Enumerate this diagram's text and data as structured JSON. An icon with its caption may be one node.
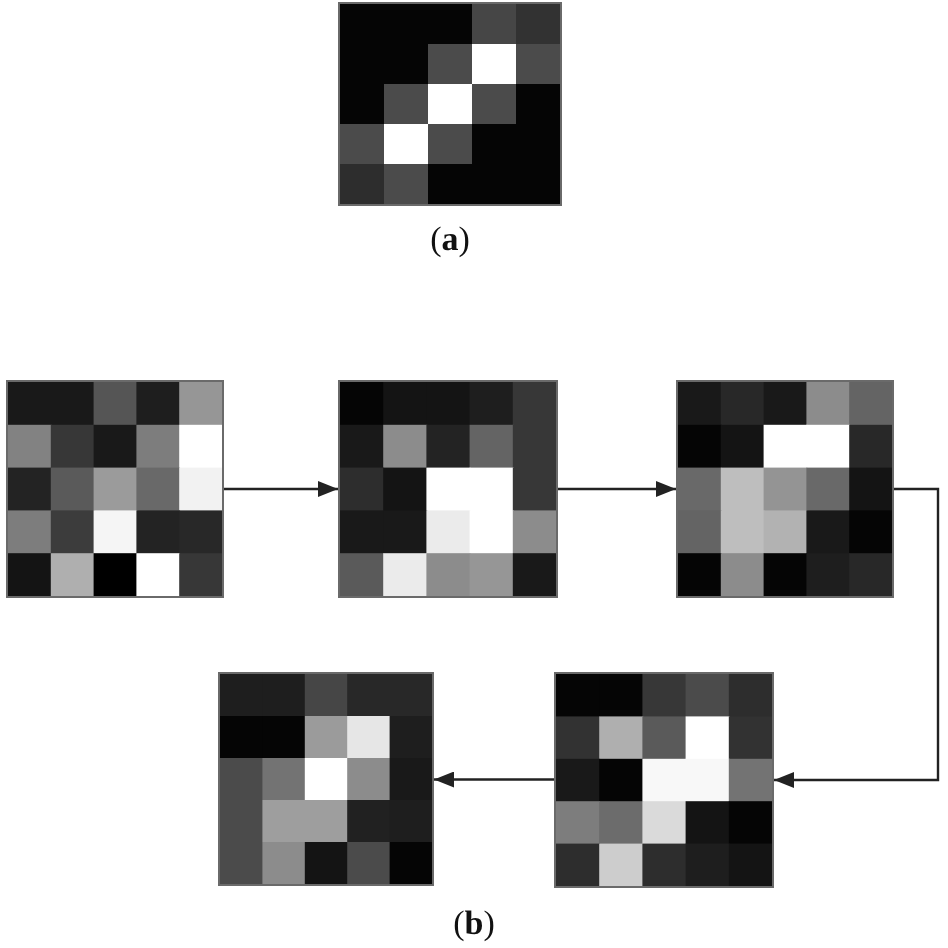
{
  "diagram": {
    "nodes": [
      {
        "text": [],
        "shape": "picture",
        "beside": [
          "(**a**)"
        ]
      },
      {
        "text": [],
        "shape": "picture"
      },
      {
        "text": [],
        "shape": "picture"
      },
      {
        "text": [],
        "shape": "picture"
      },
      {
        "text": [],
        "shape": "picture"
      },
      {
        "text": [],
        "shape": "picture"
      }
    ],
    "edges": [
      {
        "from": 1,
        "to": 2,
        "arrow": "to"
      },
      {
        "from": 2,
        "to": 3,
        "arrow": "to"
      },
      {
        "from": 3,
        "to": 4,
        "arrow": "to"
      },
      {
        "from": 4,
        "to": 5,
        "arrow": "to"
      }
    ],
    "labels": [
      "(**b**)"
    ]
  }
}
